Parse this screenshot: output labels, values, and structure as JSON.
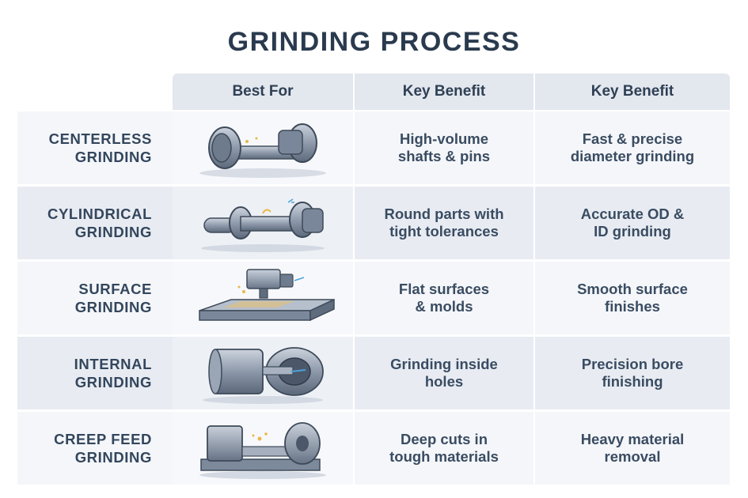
{
  "title": "GRINDING PROCESS",
  "headers": [
    "Best For",
    "Key Benefit",
    "Key Benefit"
  ],
  "rows": [
    {
      "label": "CENTERLESS\nGRINDING",
      "icon": "centerless-grinder-icon",
      "best_for": "High-volume\nshafts & pins",
      "benefit": "Fast & precise\ndiameter grinding"
    },
    {
      "label": "CYLINDRICAL\nGRINDING",
      "icon": "cylindrical-grinder-icon",
      "best_for": "Round parts with\ntight tolerances",
      "benefit": "Accurate OD &\nID grinding"
    },
    {
      "label": "SURFACE\nGRINDING",
      "icon": "surface-grinder-icon",
      "best_for": "Flat surfaces\n& molds",
      "benefit": "Smooth surface\nfinishes"
    },
    {
      "label": "INTERNAL\nGRINDING",
      "icon": "internal-grinder-icon",
      "best_for": "Grinding inside\nholes",
      "benefit": "Precision bore\nfinishing"
    },
    {
      "label": "CREEP FEED\nGRINDING",
      "icon": "creep-feed-grinder-icon",
      "best_for": "Deep cuts in\ntough materials",
      "benefit": "Heavy material\nremoval"
    }
  ],
  "colors": {
    "title": "#2a3a4e",
    "header_bg": "#e3e7ee",
    "row_alt_bg": "#e8ecf2",
    "row_plain_bg": "#f4f6f9",
    "metal": "#8a96a8",
    "spark": "#e8b84a",
    "accent": "#4aa3d8"
  }
}
